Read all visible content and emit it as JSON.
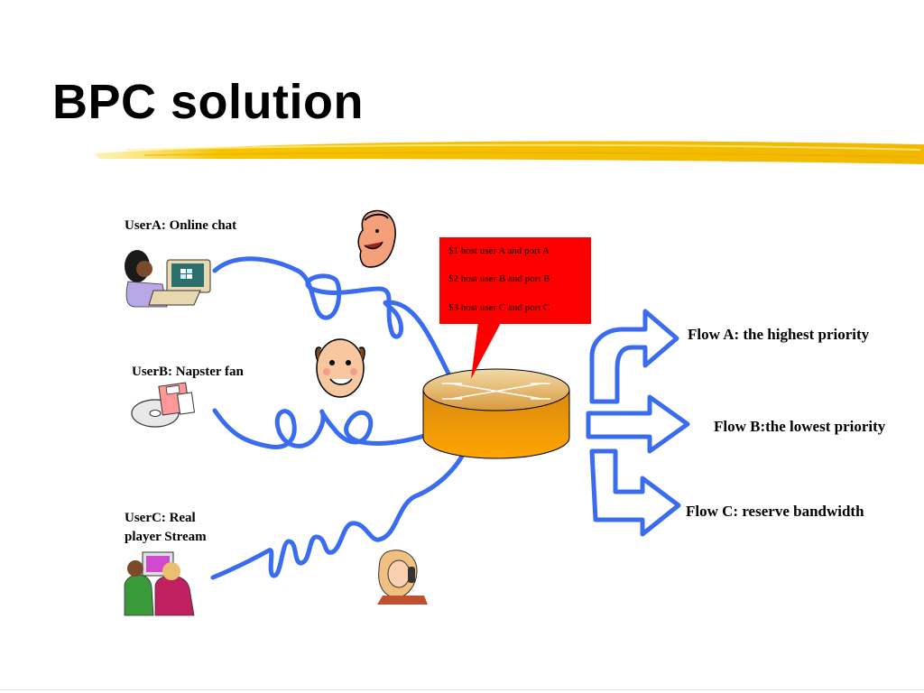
{
  "slide": {
    "title": "BPC solution"
  },
  "users": [
    {
      "label_line1": "UserA: Online chat",
      "label_line2": ""
    },
    {
      "label_line1": "UserB: Napster fan",
      "label_line2": ""
    },
    {
      "label_line1": "UserC: Real",
      "label_line2": "player Stream"
    }
  ],
  "callout": {
    "lines": [
      "$1 host user A and port A",
      "$2 host user B and port  B",
      "$3 host user C and port C"
    ],
    "color": "#ff0000"
  },
  "flows": [
    {
      "label": "Flow A: the highest priority"
    },
    {
      "label": "Flow B:the lowest priority"
    },
    {
      "label": "Flow C: reserve bandwidth"
    }
  ],
  "colors": {
    "accent_highlight": "#f5c400",
    "flow_lines": "#3a6cf0",
    "router": "#f7a21b",
    "callout": "#ff0000"
  }
}
